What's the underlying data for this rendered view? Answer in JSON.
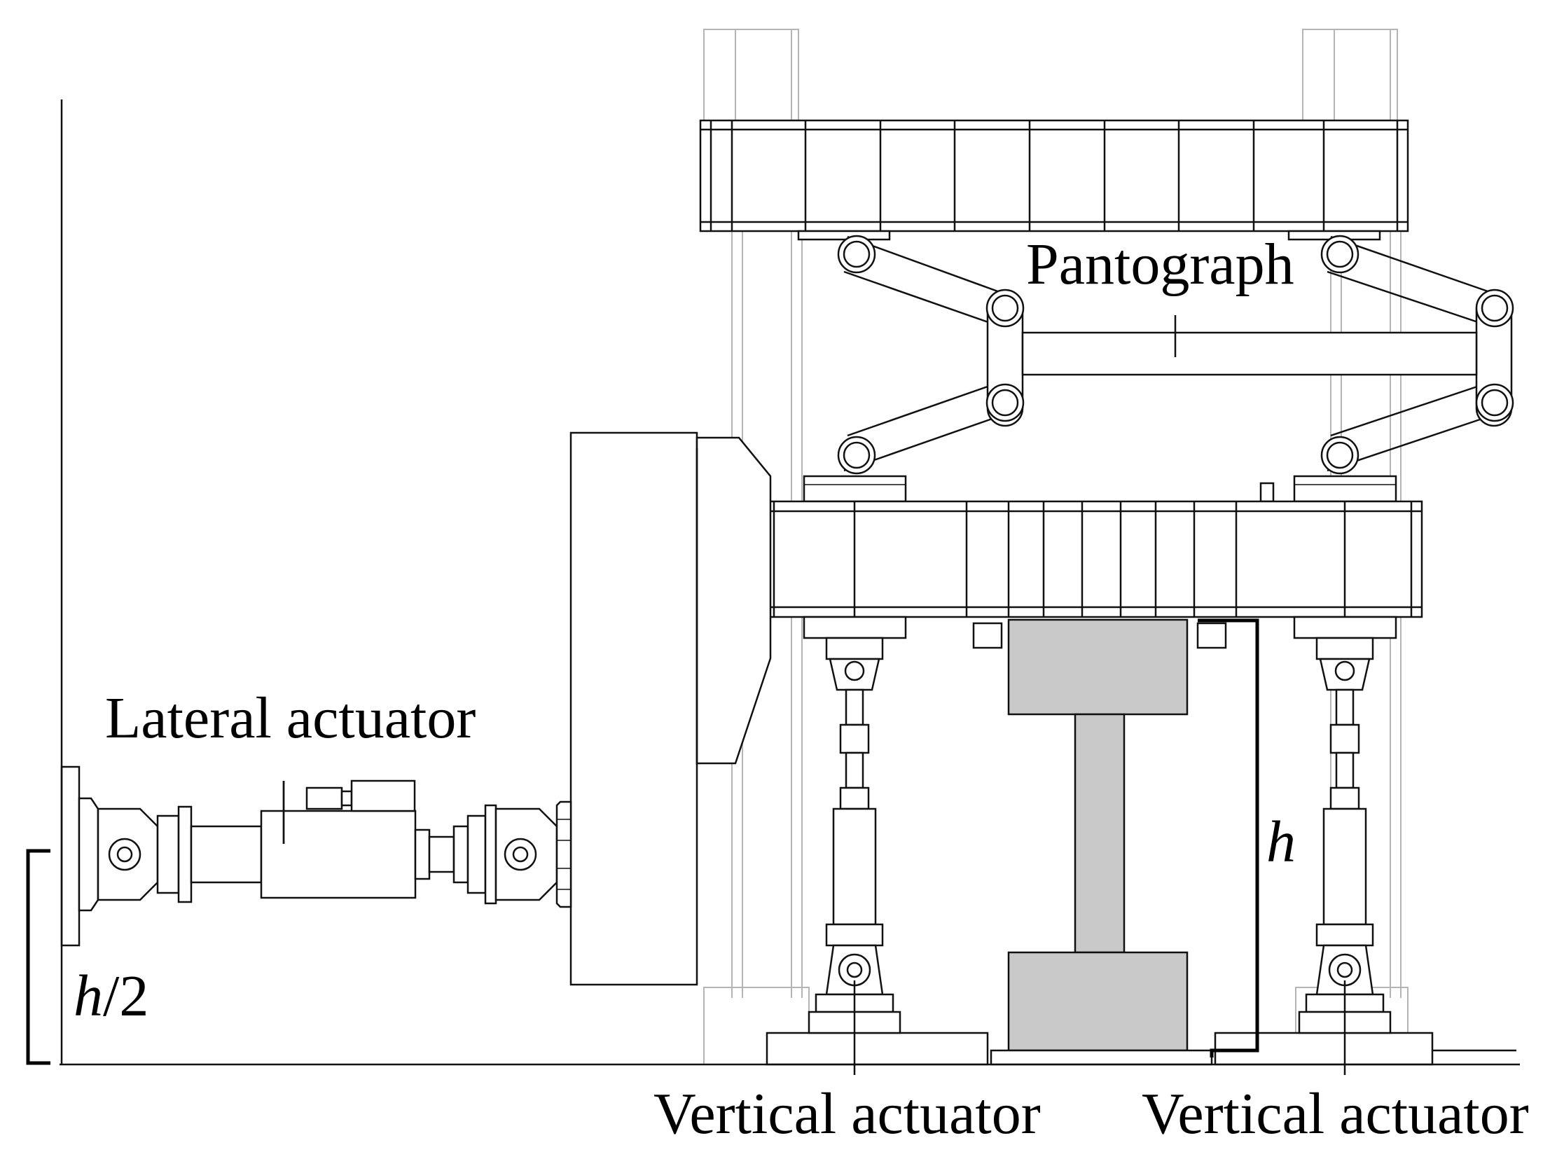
{
  "labels": {
    "pantograph": "Pantograph",
    "lateral_actuator": "Lateral actuator",
    "vertical_actuator_left": "Vertical actuator",
    "vertical_actuator_right": "Vertical actuator",
    "h": "h",
    "h_half_var": "h",
    "h_half_suffix": "/2"
  },
  "colors": {
    "line": "#111111",
    "frame_background": "#b5b5b5",
    "specimen": "#c9c9ca"
  }
}
